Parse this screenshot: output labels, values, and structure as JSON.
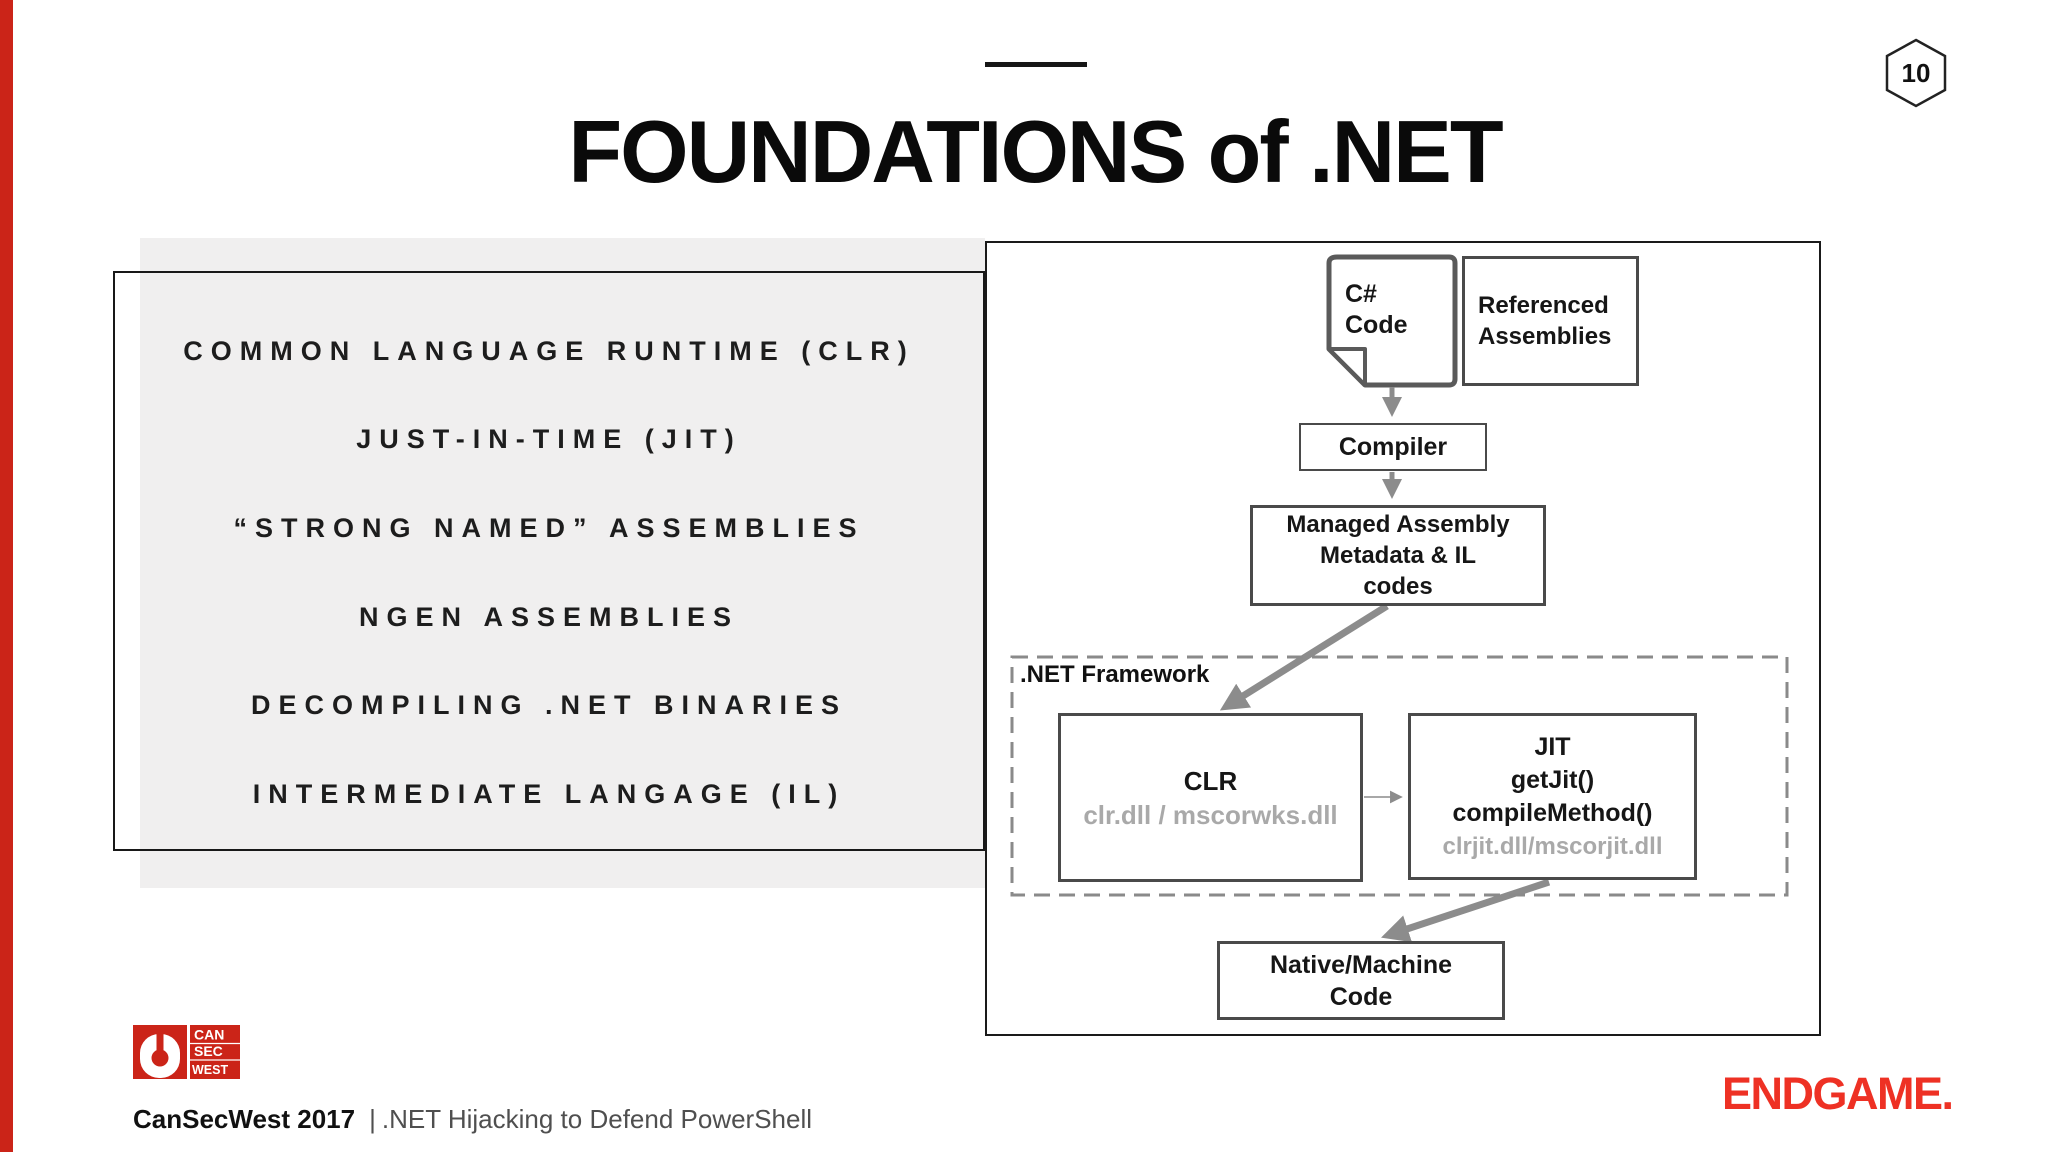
{
  "slide": {
    "page_number": "10",
    "title": "FOUNDATIONS of .NET"
  },
  "topics": {
    "items": [
      "COMMON LANGUAGE RUNTIME (CLR)",
      "JUST-IN-TIME (JIT)",
      "“STRONG NAMED” ASSEMBLIES",
      "NGEN ASSEMBLIES",
      "DECOMPILING .NET BINARIES",
      "INTERMEDIATE LANGAGE (IL)"
    ]
  },
  "diagram": {
    "csharp": {
      "line1": "C#",
      "line2": "Code"
    },
    "referenced": {
      "line1": "Referenced",
      "line2": "Assemblies"
    },
    "compiler": {
      "label": "Compiler"
    },
    "managed": {
      "line1": "Managed Assembly",
      "line2": "Metadata & IL",
      "line3": "codes"
    },
    "framework": {
      "label": ".NET Framework"
    },
    "clr": {
      "title": "CLR",
      "dlls": "clr.dll / mscorwks.dll"
    },
    "jit": {
      "line1": "JIT",
      "line2": "getJit()",
      "line3": "compileMethod()",
      "dlls": "clrjit.dll/mscorjit.dll"
    },
    "native": {
      "line1": "Native/Machine",
      "line2": "Code"
    }
  },
  "footer": {
    "logo": {
      "line1": "CAN",
      "line2": "SEC",
      "line3": "WEST"
    },
    "conference": "CanSecWest 2017",
    "separator": "|",
    "talk_title": ".NET Hijacking to Defend PowerShell",
    "brand": "ENDGAME."
  },
  "colors": {
    "cansec_red": "#cb2418",
    "endgame_red": "#ee3124",
    "panel_gray": "#f0efef",
    "box_border_gray": "#4a4a4a",
    "muted_text_gray": "#a9a9a9",
    "arrow_gray": "#8c8c8c"
  }
}
